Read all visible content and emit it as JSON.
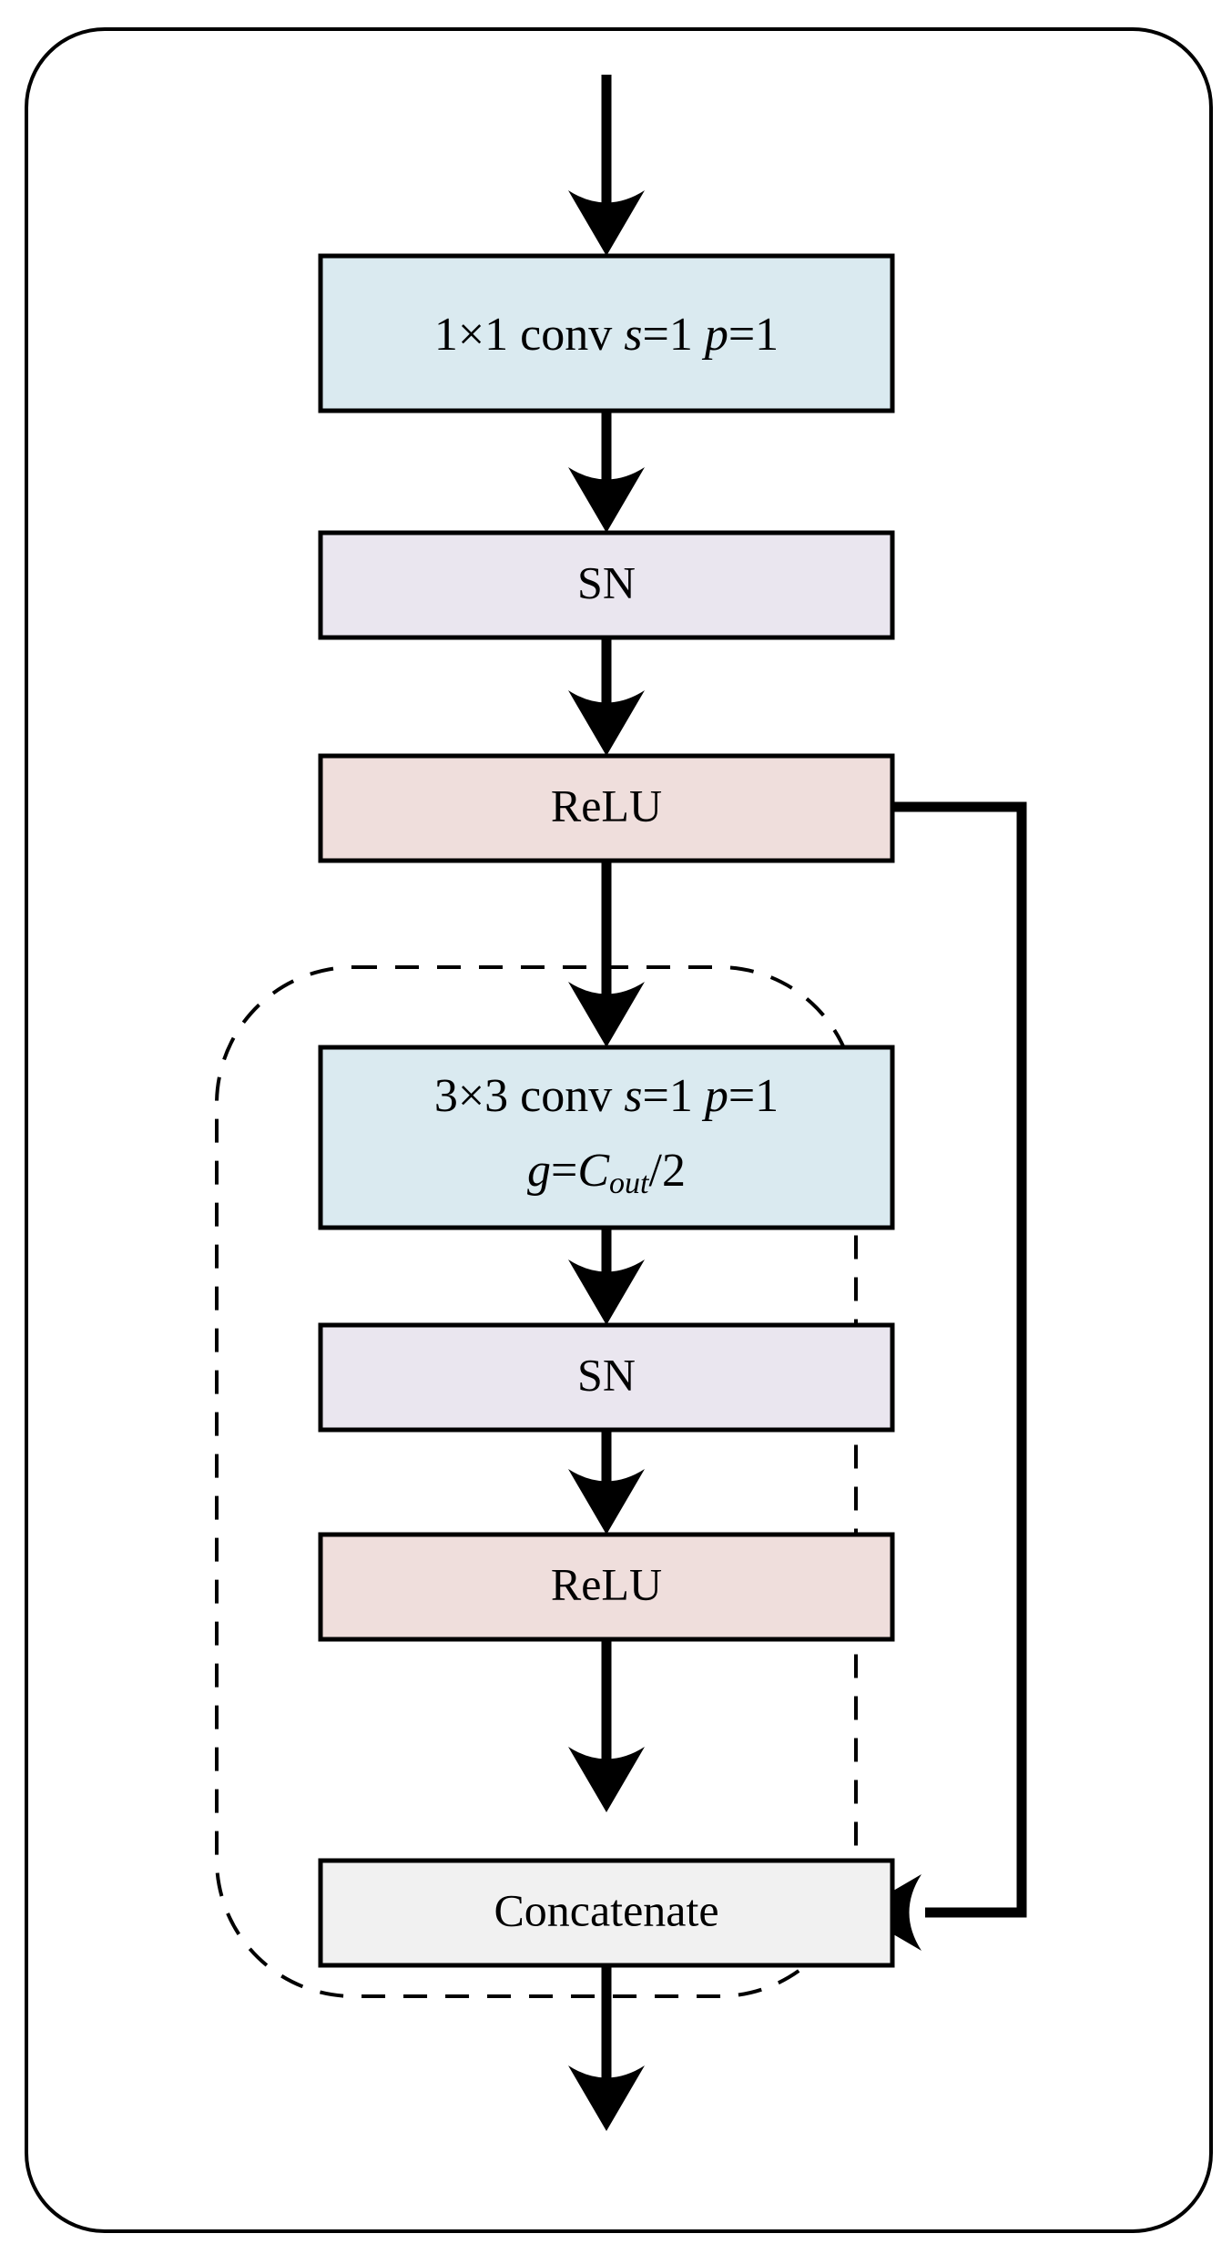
{
  "diagram": {
    "type": "flowchart",
    "title": "",
    "colors": {
      "conv_fill": "#daeaf0",
      "norm_fill": "#eae6ef",
      "act_fill": "#efdedc",
      "concat_fill": "#f1f1f1",
      "stroke": "#000000",
      "background": "#ffffff"
    },
    "outer_container": {
      "shape": "rounded-rectangle",
      "style": "solid",
      "label": ""
    },
    "grouping_box": {
      "shape": "rounded-rectangle",
      "style": "dashed",
      "label": ""
    },
    "nodes": [
      {
        "id": "conv1x1",
        "kind": "conv",
        "line1_pre": "1",
        "times": "×",
        "line1_mid": "1 conv ",
        "s_sym": "s",
        "s_val": "=1 ",
        "p_sym": "p",
        "p_val": "=1",
        "line2": "",
        "full_text": "1×1 conv s=1 p=1"
      },
      {
        "id": "sn1",
        "kind": "norm",
        "label": "SN"
      },
      {
        "id": "relu1",
        "kind": "activation",
        "label": "ReLU"
      },
      {
        "id": "conv3x3",
        "kind": "conv",
        "line1_pre": "3",
        "times": "×",
        "line1_mid": "3 conv ",
        "s_sym": "s",
        "s_val": "=1 ",
        "p_sym": "p",
        "p_val": "=1",
        "g_sym": "g",
        "g_eq": "=",
        "c_sym": "C",
        "c_sub": "out",
        "g_tail": "/2",
        "full_text": "3×3 conv s=1 p=1 g=Cout/2"
      },
      {
        "id": "sn2",
        "kind": "norm",
        "label": "SN"
      },
      {
        "id": "relu2",
        "kind": "activation",
        "label": "ReLU"
      },
      {
        "id": "concat",
        "kind": "merge",
        "label": "Concatenate"
      }
    ],
    "edges": [
      {
        "id": "in-to-conv1",
        "from": "input",
        "to": "conv1x1",
        "style": "solid",
        "arrow": true
      },
      {
        "id": "conv1-to-sn1",
        "from": "conv1x1",
        "to": "sn1",
        "style": "solid",
        "arrow": true
      },
      {
        "id": "sn1-to-relu1",
        "from": "sn1",
        "to": "relu1",
        "style": "solid",
        "arrow": true
      },
      {
        "id": "relu1-to-conv3",
        "from": "relu1",
        "to": "conv3x3",
        "style": "solid",
        "arrow": true
      },
      {
        "id": "conv3-to-sn2",
        "from": "conv3x3",
        "to": "sn2",
        "style": "solid",
        "arrow": true
      },
      {
        "id": "sn2-to-relu2",
        "from": "sn2",
        "to": "relu2",
        "style": "solid",
        "arrow": true
      },
      {
        "id": "relu2-to-concat",
        "from": "relu2",
        "to": "concat",
        "style": "solid",
        "arrow": true
      },
      {
        "id": "skip-relu1-to-concat",
        "from": "relu1",
        "to": "concat",
        "style": "solid",
        "arrow": true,
        "routing": "right-side-bypass"
      },
      {
        "id": "concat-to-out",
        "from": "concat",
        "to": "output",
        "style": "solid",
        "arrow": true
      }
    ]
  }
}
